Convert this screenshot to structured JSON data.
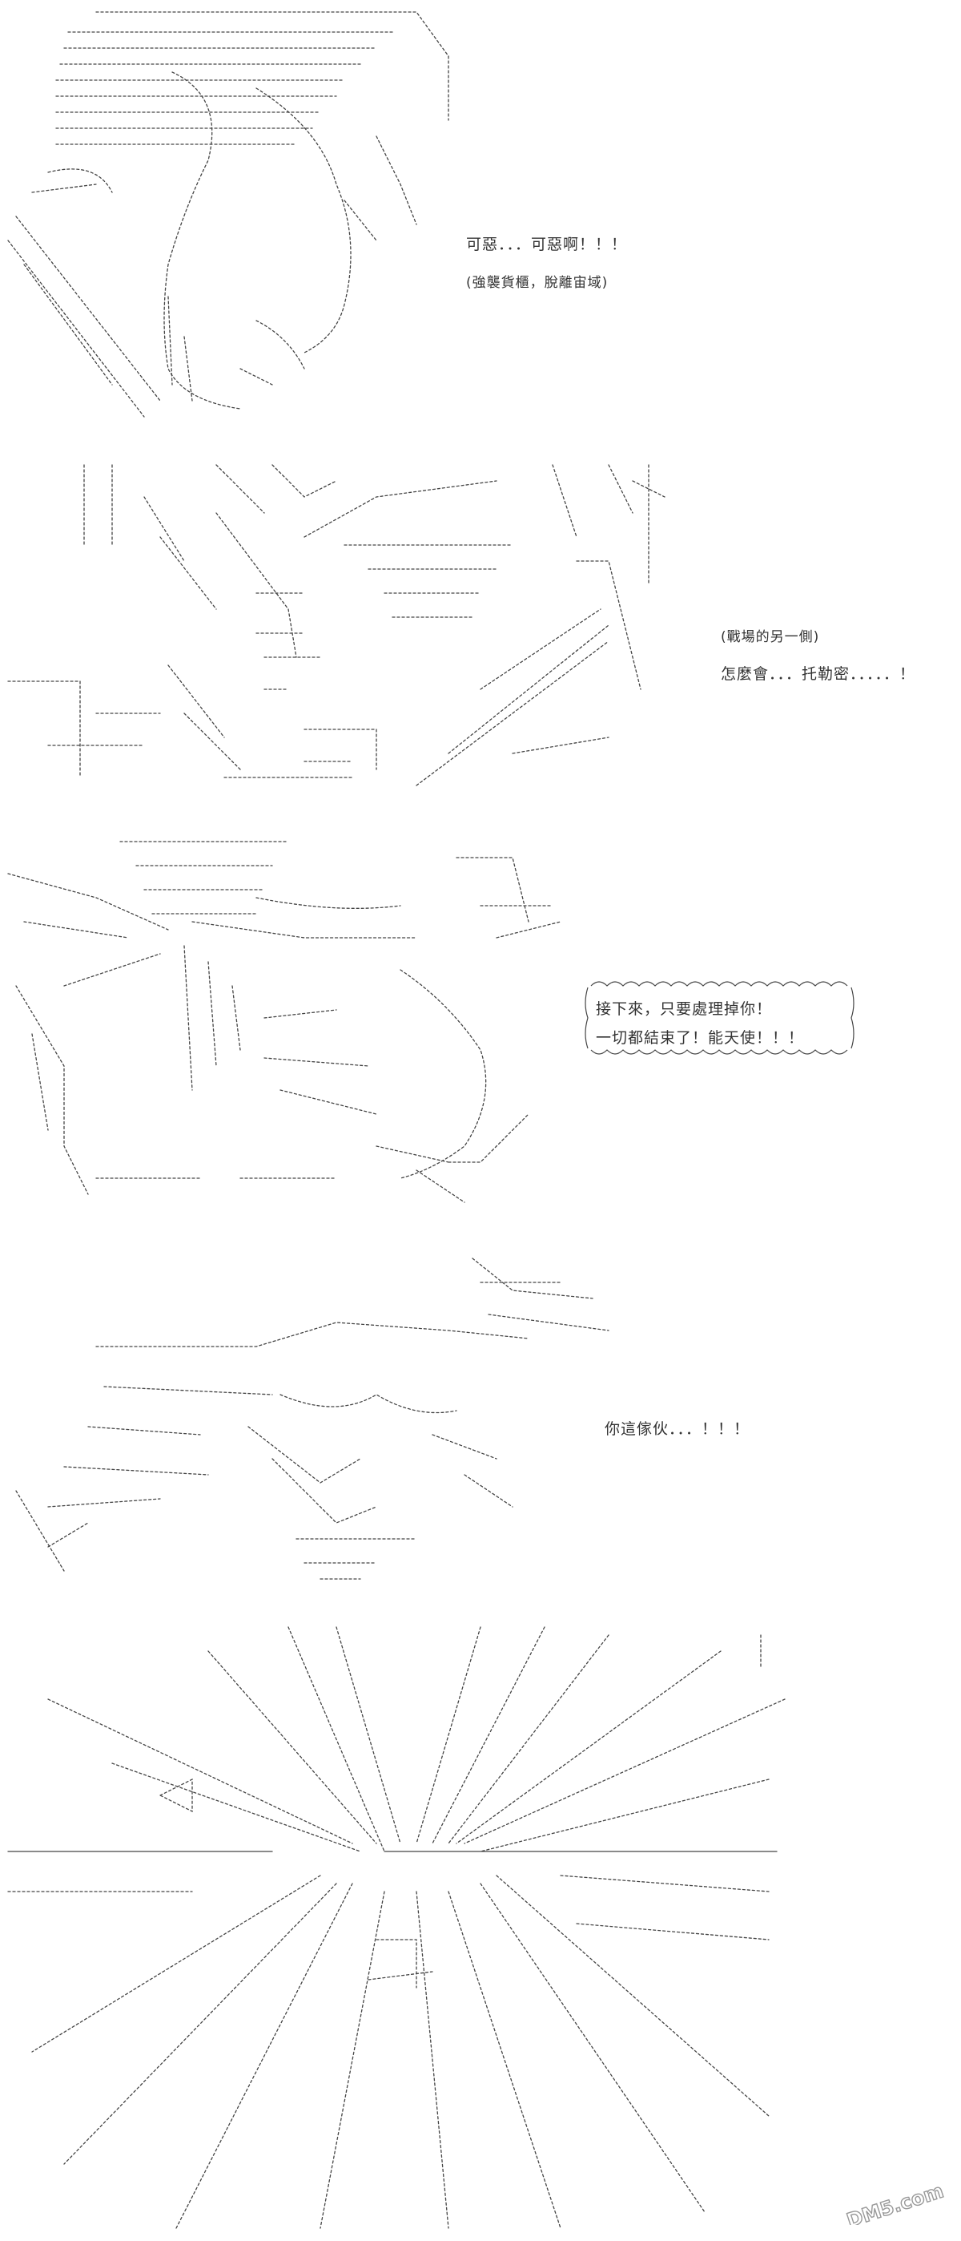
{
  "panels": [
    {
      "lines": [
        "可惡．．．可惡啊！！！",
        "(強襲貨櫃，脫離宙域)"
      ]
    },
    {
      "lines": [
        "(戰場的另一側)",
        "怎麼會．．．托勒密．．．．．！"
      ]
    },
    {
      "bubble_lines": [
        "接下來，只要處理掉你！",
        "一切都結束了！能天使！！！"
      ]
    },
    {
      "lines": [
        "你這傢伙．．．！！！"
      ]
    },
    {
      "lines": []
    }
  ],
  "watermark": {
    "text": "DM5.com"
  }
}
